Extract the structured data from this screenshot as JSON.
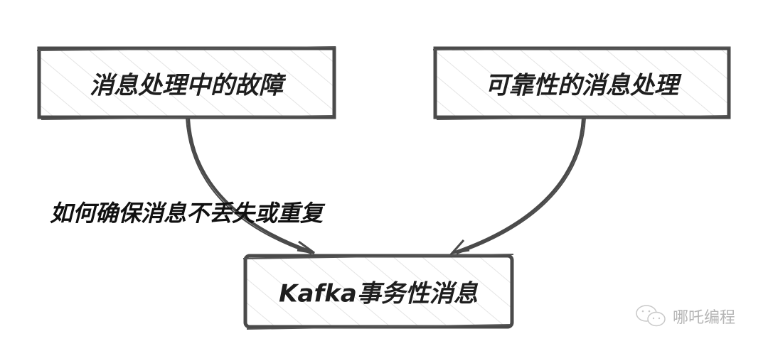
{
  "nodes": {
    "failure": {
      "label": "消息处理中的故障"
    },
    "reliable": {
      "label": "可靠性的消息处理"
    },
    "kafka": {
      "label": "Kafka事务性消息"
    }
  },
  "edge_label": "如何确保消息不丢失或重复",
  "watermark": {
    "text": "哪吒编程",
    "icon": "wechat-icon"
  },
  "colors": {
    "stroke": "#4a4a4a",
    "hachure": "#e2e2e2",
    "text": "#1e1e1e"
  }
}
